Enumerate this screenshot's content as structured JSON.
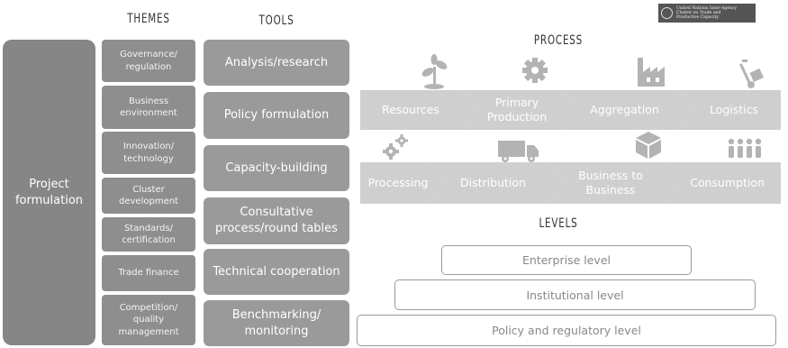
{
  "headers": {
    "themes": "THEMES",
    "tools": "TOOLS",
    "process": "PROCESS",
    "levels": "LEVELS"
  },
  "project": {
    "label": "Project\nformulation"
  },
  "themes": [
    "Governance/\nregulation",
    "Business\nenvironment",
    "Innovation/\ntechnology",
    "Cluster\ndevelopment",
    "Standards/\ncertification",
    "Trade finance",
    "Competition/\nquality\nmanagement"
  ],
  "tools": [
    "Analysis/research",
    "Policy formulation",
    "Capacity-building",
    "Consultative\nprocess/round tables",
    "Technical cooperation",
    "Benchmarking/\nmonitoring"
  ],
  "process": {
    "row1": [
      {
        "label": "Resources",
        "icon": "plant-icon"
      },
      {
        "label": "Primary\nProduction",
        "icon": "gear-icon"
      },
      {
        "label": "Aggregation",
        "icon": "factory-icon"
      },
      {
        "label": "Logistics",
        "icon": "hand-truck-icon"
      }
    ],
    "row2": [
      {
        "label": "Processing",
        "icon": "gears-icon"
      },
      {
        "label": "Distribution",
        "icon": "truck-icon"
      },
      {
        "label": "Business to\nBusiness",
        "icon": "box-icon"
      },
      {
        "label": "Consumption",
        "icon": "people-icon"
      }
    ]
  },
  "levels": [
    "Enterprise level",
    "Institutional level",
    "Policy and regulatory level"
  ],
  "logo": {
    "text": "United Nations Inter-Agency\nCluster on Trade and\nProductive Capacity"
  },
  "colors": {
    "project": "#868686",
    "theme": "#8e8e8e",
    "tool": "#9a9a9a",
    "chevron": "#cfcfcf",
    "icon": "#b3b3b3"
  }
}
